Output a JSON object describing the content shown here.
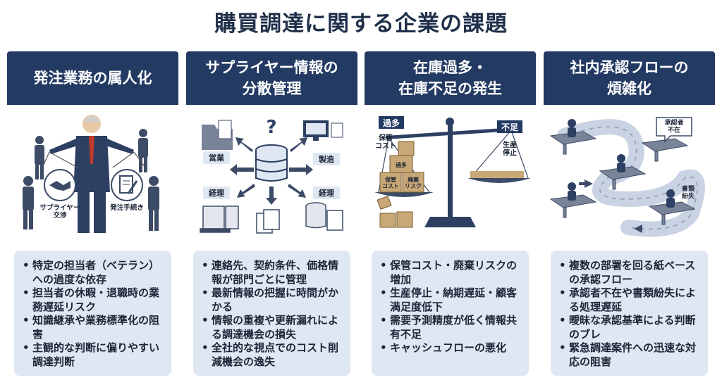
{
  "title": "購買調達に関する企業の課題",
  "columns": [
    {
      "heading": "発注業務の属人化",
      "labels": {
        "left": "サプライヤー\n交渉",
        "right": "発注手続き"
      },
      "bullets": [
        "特定の担当者（ベテラン）への過度な依存",
        "担当者の休暇・退職時の業務遅延リスク",
        "知識継承や業務標準化の阻害",
        "主観的な判断に偏りやすい調達判断"
      ]
    },
    {
      "heading": "サプライヤー情報の\n分散管理",
      "labels": {
        "sales": "営業",
        "manufacturing": "製造",
        "accounting_left": "経理",
        "accounting_right": "経理"
      },
      "bullets": [
        "連絡先、契約条件、価格情報が部門ごとに管理",
        "最新情報の把握に時間がかかる",
        "情報の重複や更新漏れによる調達機会の損失",
        "全社的な視点でのコスト削減機会の逸失"
      ]
    },
    {
      "heading": "在庫過多・\n在庫不足の発生",
      "labels": {
        "excess": "過多",
        "shortage": "不足",
        "storage_cost": "保管\nコスト",
        "production_stop": "生産\n停止",
        "box_excess": "過多",
        "box_storage": "保管\nコスト",
        "box_waste": "廃棄\nリスク"
      },
      "bullets": [
        "保管コスト・廃棄リスクの増加",
        "生産停止・納期遅延・顧客満足度低下",
        "需要予測精度が低く情報共有不足",
        "キャッシュフローの悪化"
      ]
    },
    {
      "heading": "社内承認フローの\n煩雑化",
      "labels": {
        "approver_absent": "承認者\n不在",
        "documents_lost": "書類\n紛失"
      },
      "bullets": [
        "複数の部署を回る紙ベースの承認フロー",
        "承認者不在や書類紛失による処理遅延",
        "曖昧な承認基準による判断のブレ",
        "緊急調達案件への迅速な対応の阻害"
      ]
    }
  ]
}
